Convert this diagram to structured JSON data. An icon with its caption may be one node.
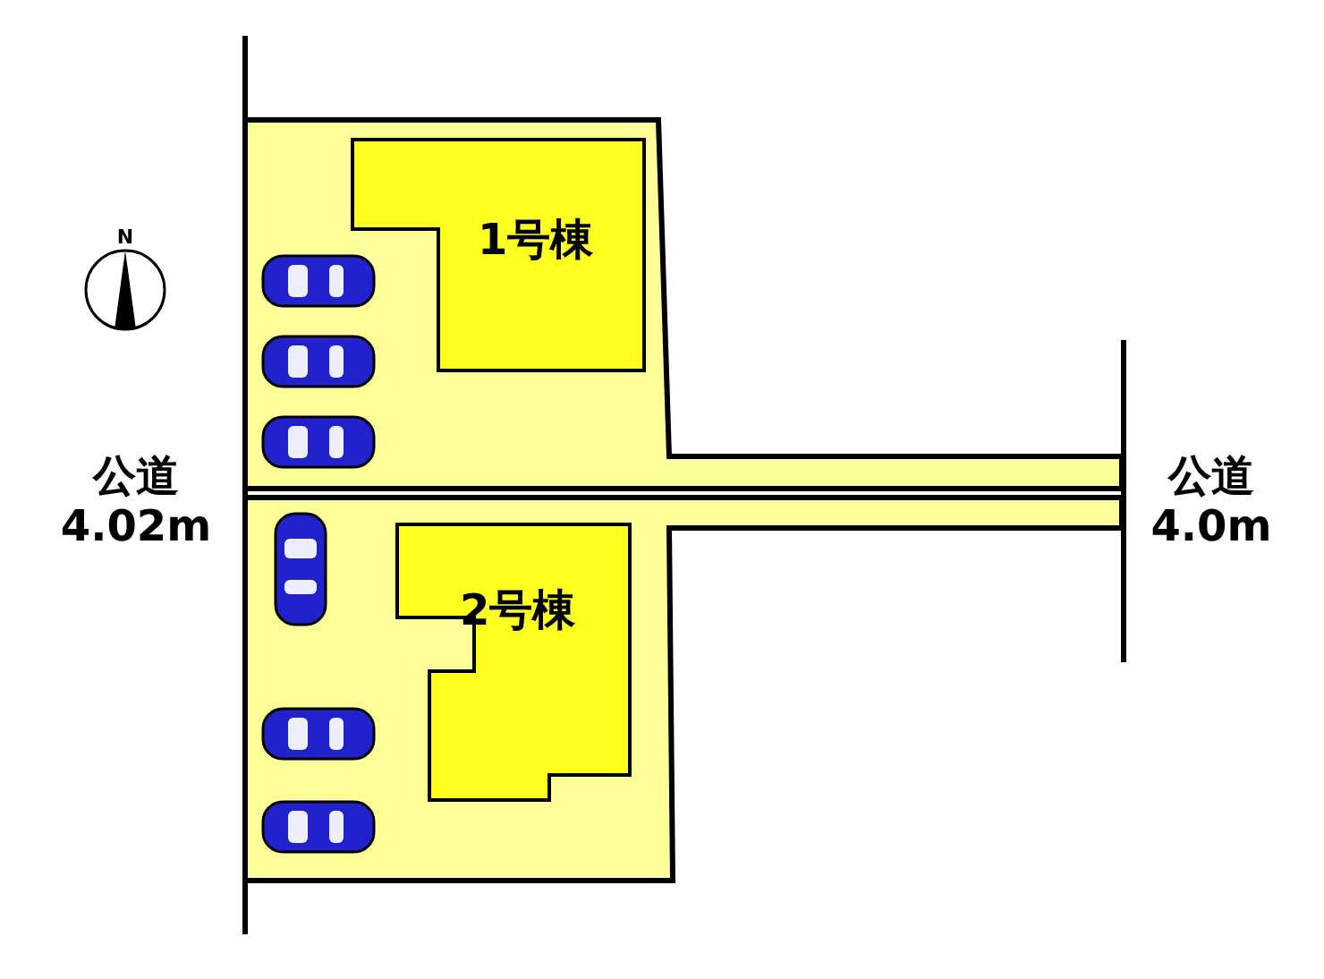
{
  "diagram": {
    "nodes": [
      {
        "text": [
          "1号棟"
        ]
      },
      {
        "text": [
          "2号棟"
        ]
      }
    ],
    "labels": [
      "N",
      "公道 4.02m",
      "公道 4.0m"
    ]
  }
}
